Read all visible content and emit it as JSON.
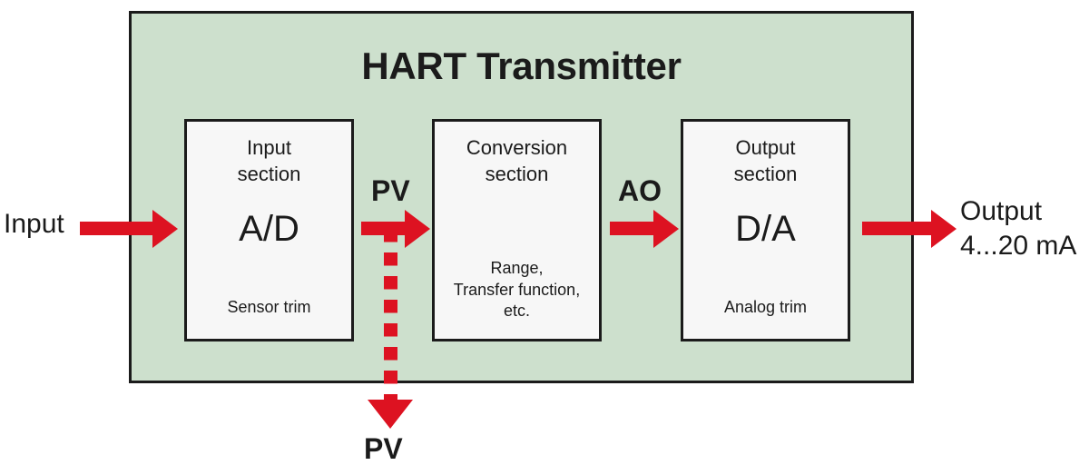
{
  "diagram": {
    "title": "HART Transmitter",
    "enclosure_color": "#cde0cd",
    "signal_color": "#dd1221",
    "block_fill": "#f7f7f7",
    "outline_color": "#1b1b1b"
  },
  "blocks": [
    {
      "id": "input-section",
      "title": "Input\nsection",
      "main": "A/D",
      "sub": "Sensor trim"
    },
    {
      "id": "conversion-section",
      "title": "Conversion\nsection",
      "main": "",
      "sub": "Range,\nTransfer function,\netc."
    },
    {
      "id": "output-section",
      "title": "Output\nsection",
      "main": "D/A",
      "sub": "Analog trim"
    }
  ],
  "labels": {
    "input": "Input",
    "output": "Output\n4...20 mA",
    "pv_top": "PV",
    "ao": "AO",
    "pv_bottom": "PV"
  },
  "flow": {
    "signals": [
      {
        "name": "input-to-ad",
        "from": "Input",
        "to": "Input section",
        "style": "solid"
      },
      {
        "name": "pv-to-conversion",
        "from": "Input section",
        "to": "Conversion section",
        "label": "PV",
        "style": "solid"
      },
      {
        "name": "pv-digital-branch",
        "from": "PV junction",
        "to": "PV",
        "label": "PV",
        "style": "dashed"
      },
      {
        "name": "ao-to-output",
        "from": "Conversion section",
        "to": "Output section",
        "label": "AO",
        "style": "solid"
      },
      {
        "name": "output-current",
        "from": "Output section",
        "to": "Output 4...20 mA",
        "style": "solid"
      }
    ]
  }
}
